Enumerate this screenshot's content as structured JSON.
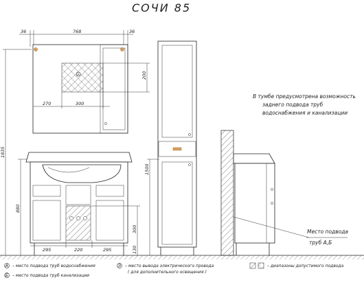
{
  "title": "СОЧИ 85",
  "dims": {
    "mirror_left": "36",
    "mirror_width": "768",
    "mirror_right": "36",
    "height_total": "1835",
    "height_880": "880",
    "mirror_200": "200",
    "mirror_270": "270",
    "mirror_300": "300",
    "tall_1500": "1500",
    "cab_295_left": "295",
    "cab_220": "220",
    "cab_295_right": "295",
    "cab_300": "300",
    "cab_130": "130"
  },
  "note_lines": [
    "В тумбе предусмотрена возможность",
    "заднего подвода труб",
    "водоснабжения и канализации"
  ],
  "pipe_label_1": "Место подвода",
  "pipe_label_2": "труб А,Б",
  "legend": {
    "a_symbol": "А",
    "a_text": "– место подвода труб водоснабжения",
    "b_symbol": "Б",
    "b_text": "– место подвода труб канализации",
    "e_symbol": "Э",
    "e_text_1": "– место вывода электрического провода",
    "e_text_2": "( для дополнительного освещения )",
    "zone_text": "– диапазоны допустимого подвода"
  }
}
